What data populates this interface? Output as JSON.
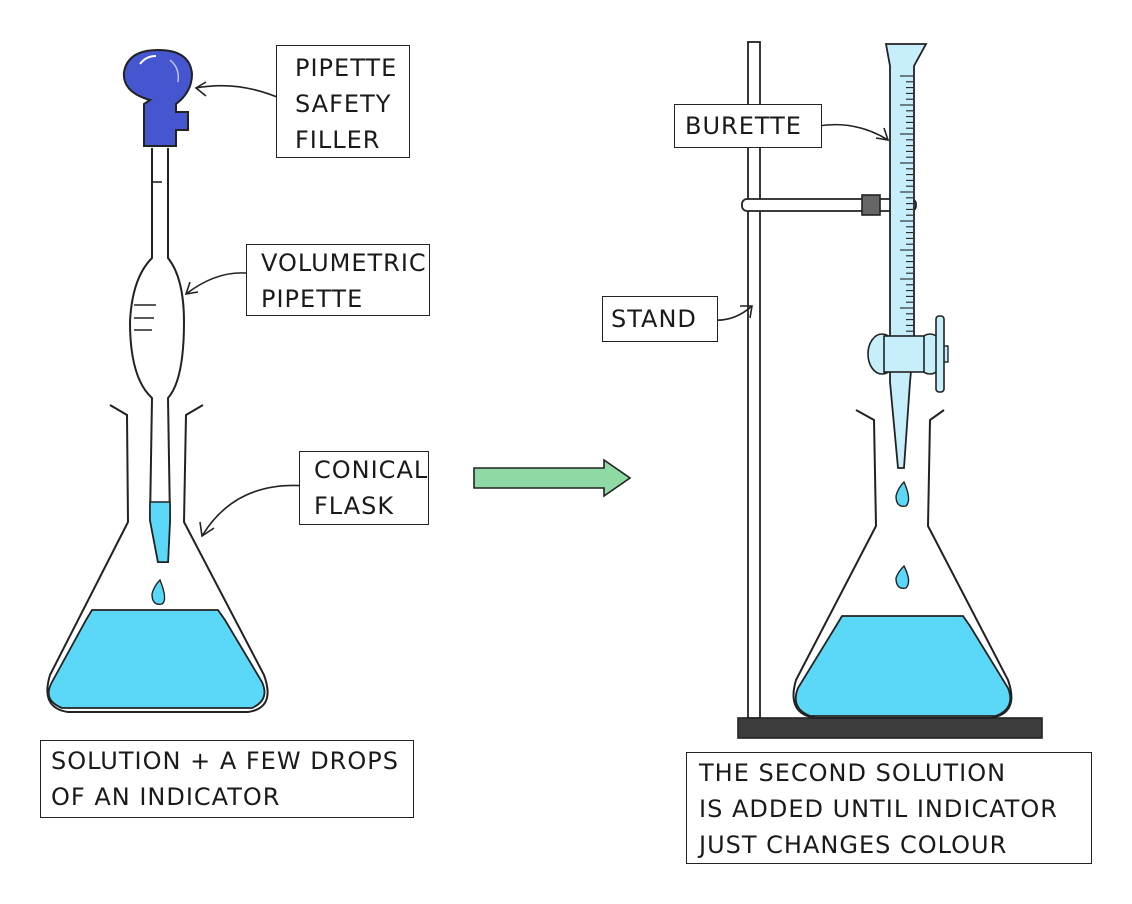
{
  "colors": {
    "liquid": "#5bd8f8",
    "burette_fill": "#c6eefb",
    "filler": "#4655d0",
    "arrow": "#8ed9a4",
    "outline": "#222222",
    "base": "#3d3d3d",
    "clamp": "#666666"
  },
  "labels": {
    "pipette_filler": [
      "PIPETTE",
      "SAFETY",
      "FILLER"
    ],
    "volumetric_pipette": [
      "VOLUMETRIC",
      "PIPETTE"
    ],
    "conical_flask": [
      "CONICAL",
      "FLASK"
    ],
    "burette": "BURETTE",
    "stand": "STAND"
  },
  "captions": {
    "left": [
      "SOLUTION + A FEW DROPS",
      "OF AN INDICATOR"
    ],
    "right": [
      "THE SECOND SOLUTION",
      "IS ADDED UNTIL INDICATOR",
      "JUST CHANGES COLOUR"
    ]
  },
  "icons": {
    "process_arrow": "right-arrow-icon"
  }
}
